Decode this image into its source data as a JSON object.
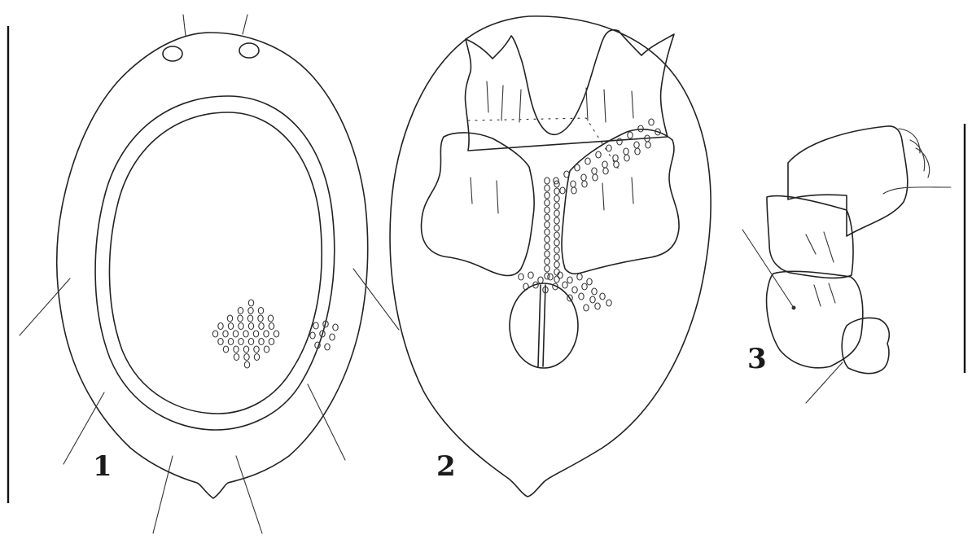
{
  "figure_labels": {
    "fig1": "1",
    "fig2": "2",
    "fig3": "3"
  },
  "colors": {
    "background": "#ffffff",
    "ink": "#222222"
  }
}
